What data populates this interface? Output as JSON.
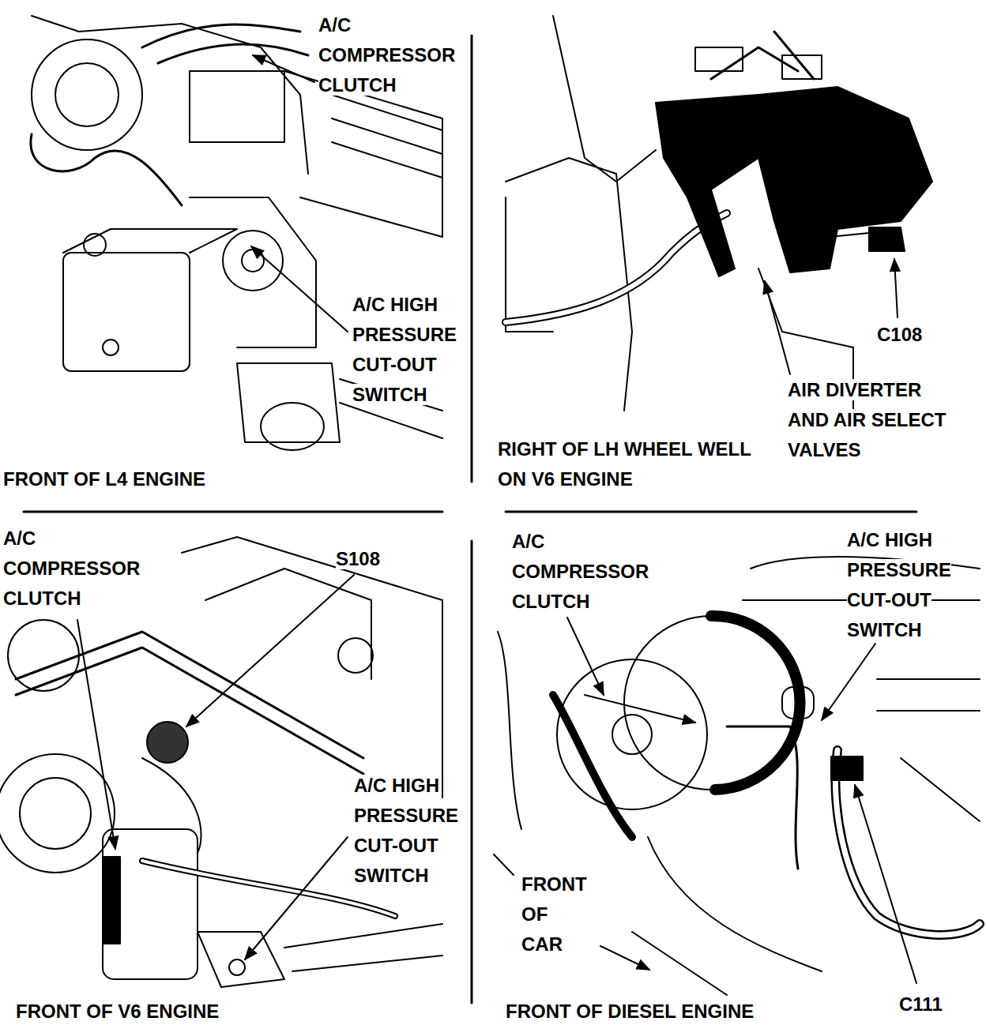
{
  "diagram": {
    "labels": [
      "A/C COMPRESSOR CLUTCH",
      "A/C HIGH PRESSURE CUT-OUT SWITCH",
      "FRONT OF L4 ENGINE",
      "C108",
      "AIR DIVERTER AND AIR SELECT VALVES",
      "RIGHT OF LH WHEEL WELL ON V6 ENGINE",
      "A/C COMPRESSOR CLUTCH",
      "S108",
      "A/C HIGH PRESSURE CUT-OUT SWITCH",
      "FRONT OF V6 ENGINE",
      "A/C COMPRESSOR CLUTCH",
      "A/C HIGH PRESSURE CUT-OUT SWITCH",
      "FRONT OF CAR",
      "FRONT OF DIESEL ENGINE",
      "C111"
    ]
  }
}
